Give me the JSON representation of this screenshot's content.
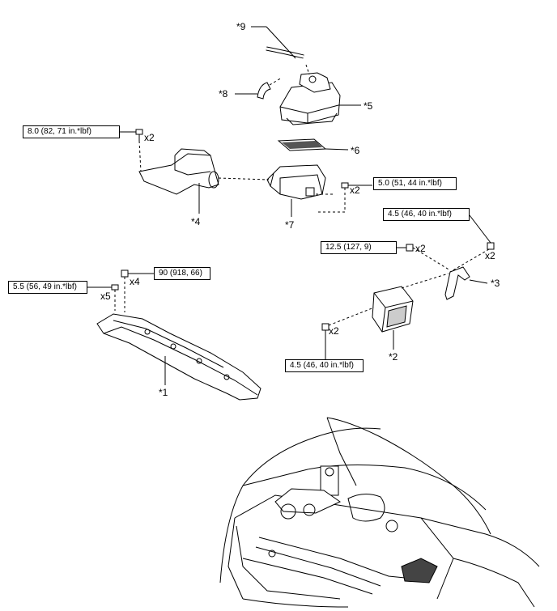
{
  "labels": {
    "p1": "*1",
    "p2": "*2",
    "p3": "*3",
    "p4": "*4",
    "p5": "*5",
    "p6": "*6",
    "p7": "*7",
    "p8": "*8",
    "p9": "*9"
  },
  "torques": {
    "t1": "8.0 (82, 71 in.*lbf)",
    "t2": "5.0 (51, 44 in.*lbf)",
    "t3": "4.5 (46, 40 in.*lbf)",
    "t4": "12.5 (127, 9)",
    "t5": "90 (918, 66)",
    "t6": "5.5 (56, 49 in.*lbf)",
    "t7": "4.5 (46, 40 in.*lbf)"
  },
  "counts": {
    "c1": "x2",
    "c2": "x2",
    "c3": "x2",
    "c4": "x2",
    "c5": "x4",
    "c6": "x5",
    "c7": "x2"
  },
  "colors": {
    "line": "#000000",
    "fill": "#ffffff",
    "shade": "#cfcfcf"
  }
}
